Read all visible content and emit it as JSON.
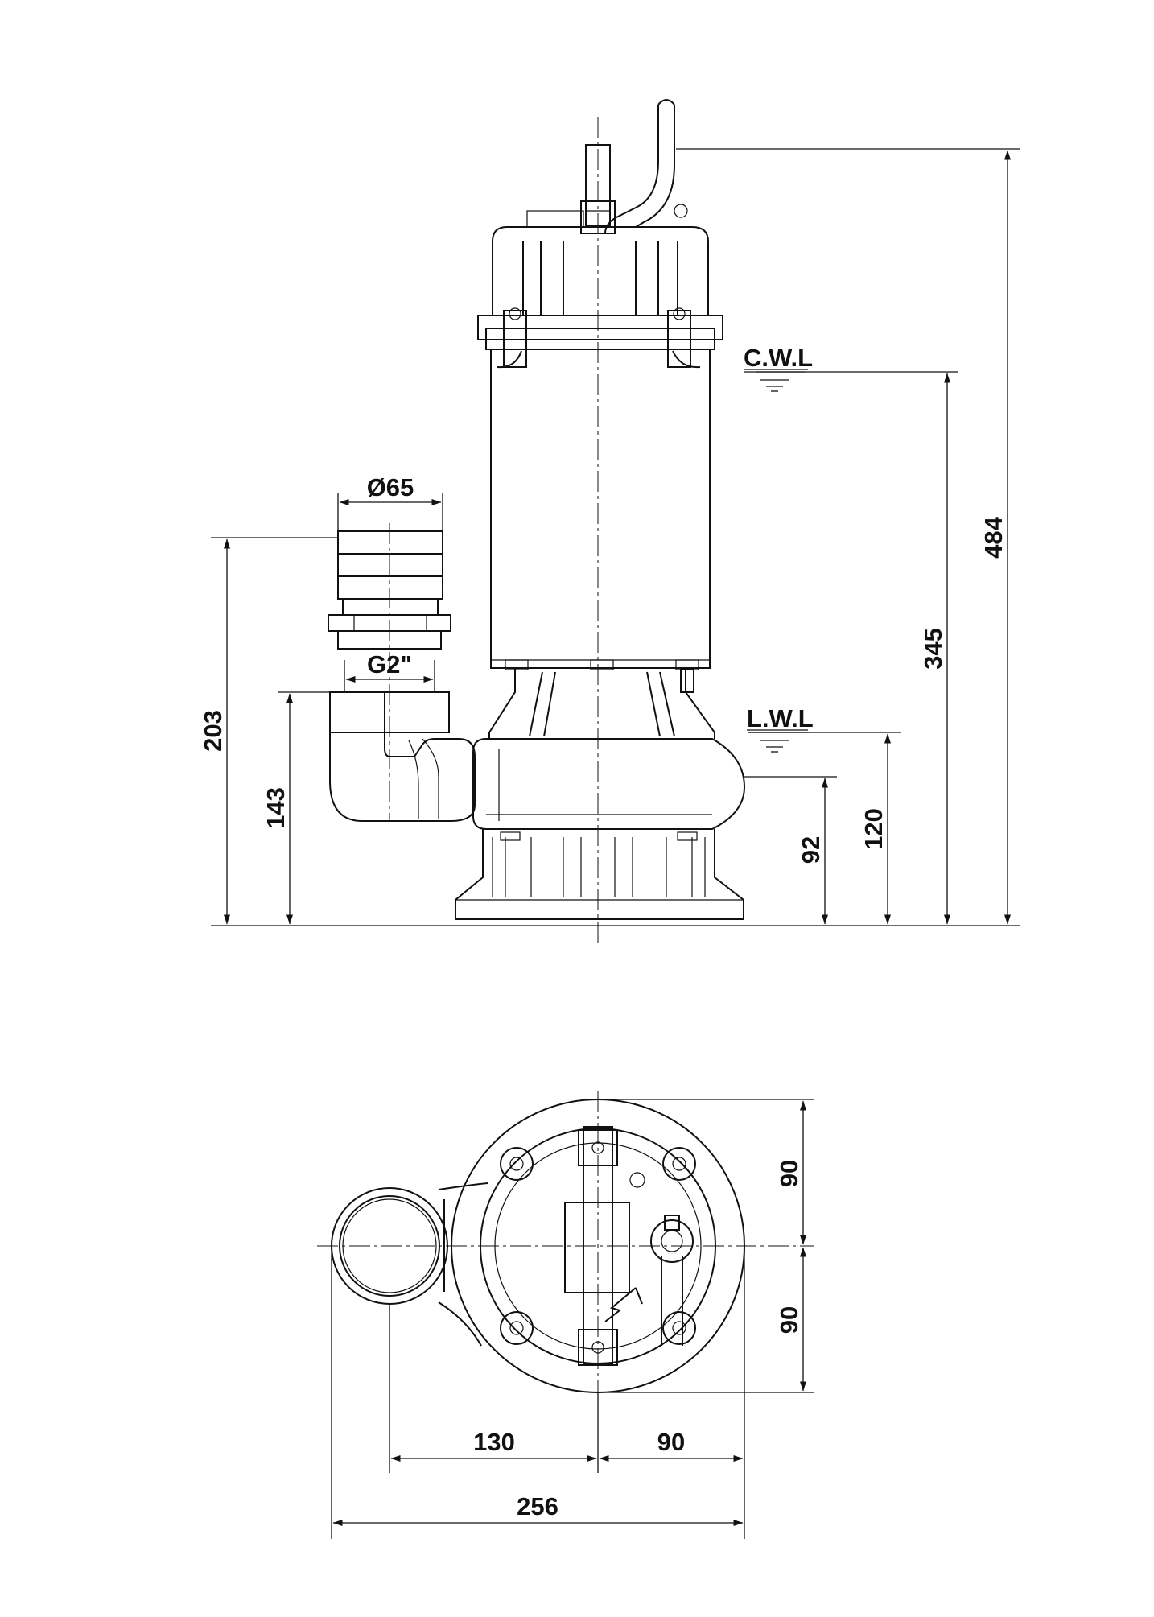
{
  "side_view": {
    "water_levels": {
      "cwl": "C.W.L",
      "lwl": "L.W.L"
    },
    "dimensions": {
      "overall_height": "484",
      "cwl_height": "345",
      "outlet_top_height": "203",
      "outlet_flange_height": "143",
      "lwl_height": "120",
      "volute_center_height": "92",
      "hose_diameter": "Ø65",
      "thread_size": "G2\""
    }
  },
  "plan_view": {
    "dimensions": {
      "upper_half": "90",
      "lower_half": "90",
      "outlet_offset": "130",
      "right_offset": "90",
      "overall_width": "256"
    }
  }
}
